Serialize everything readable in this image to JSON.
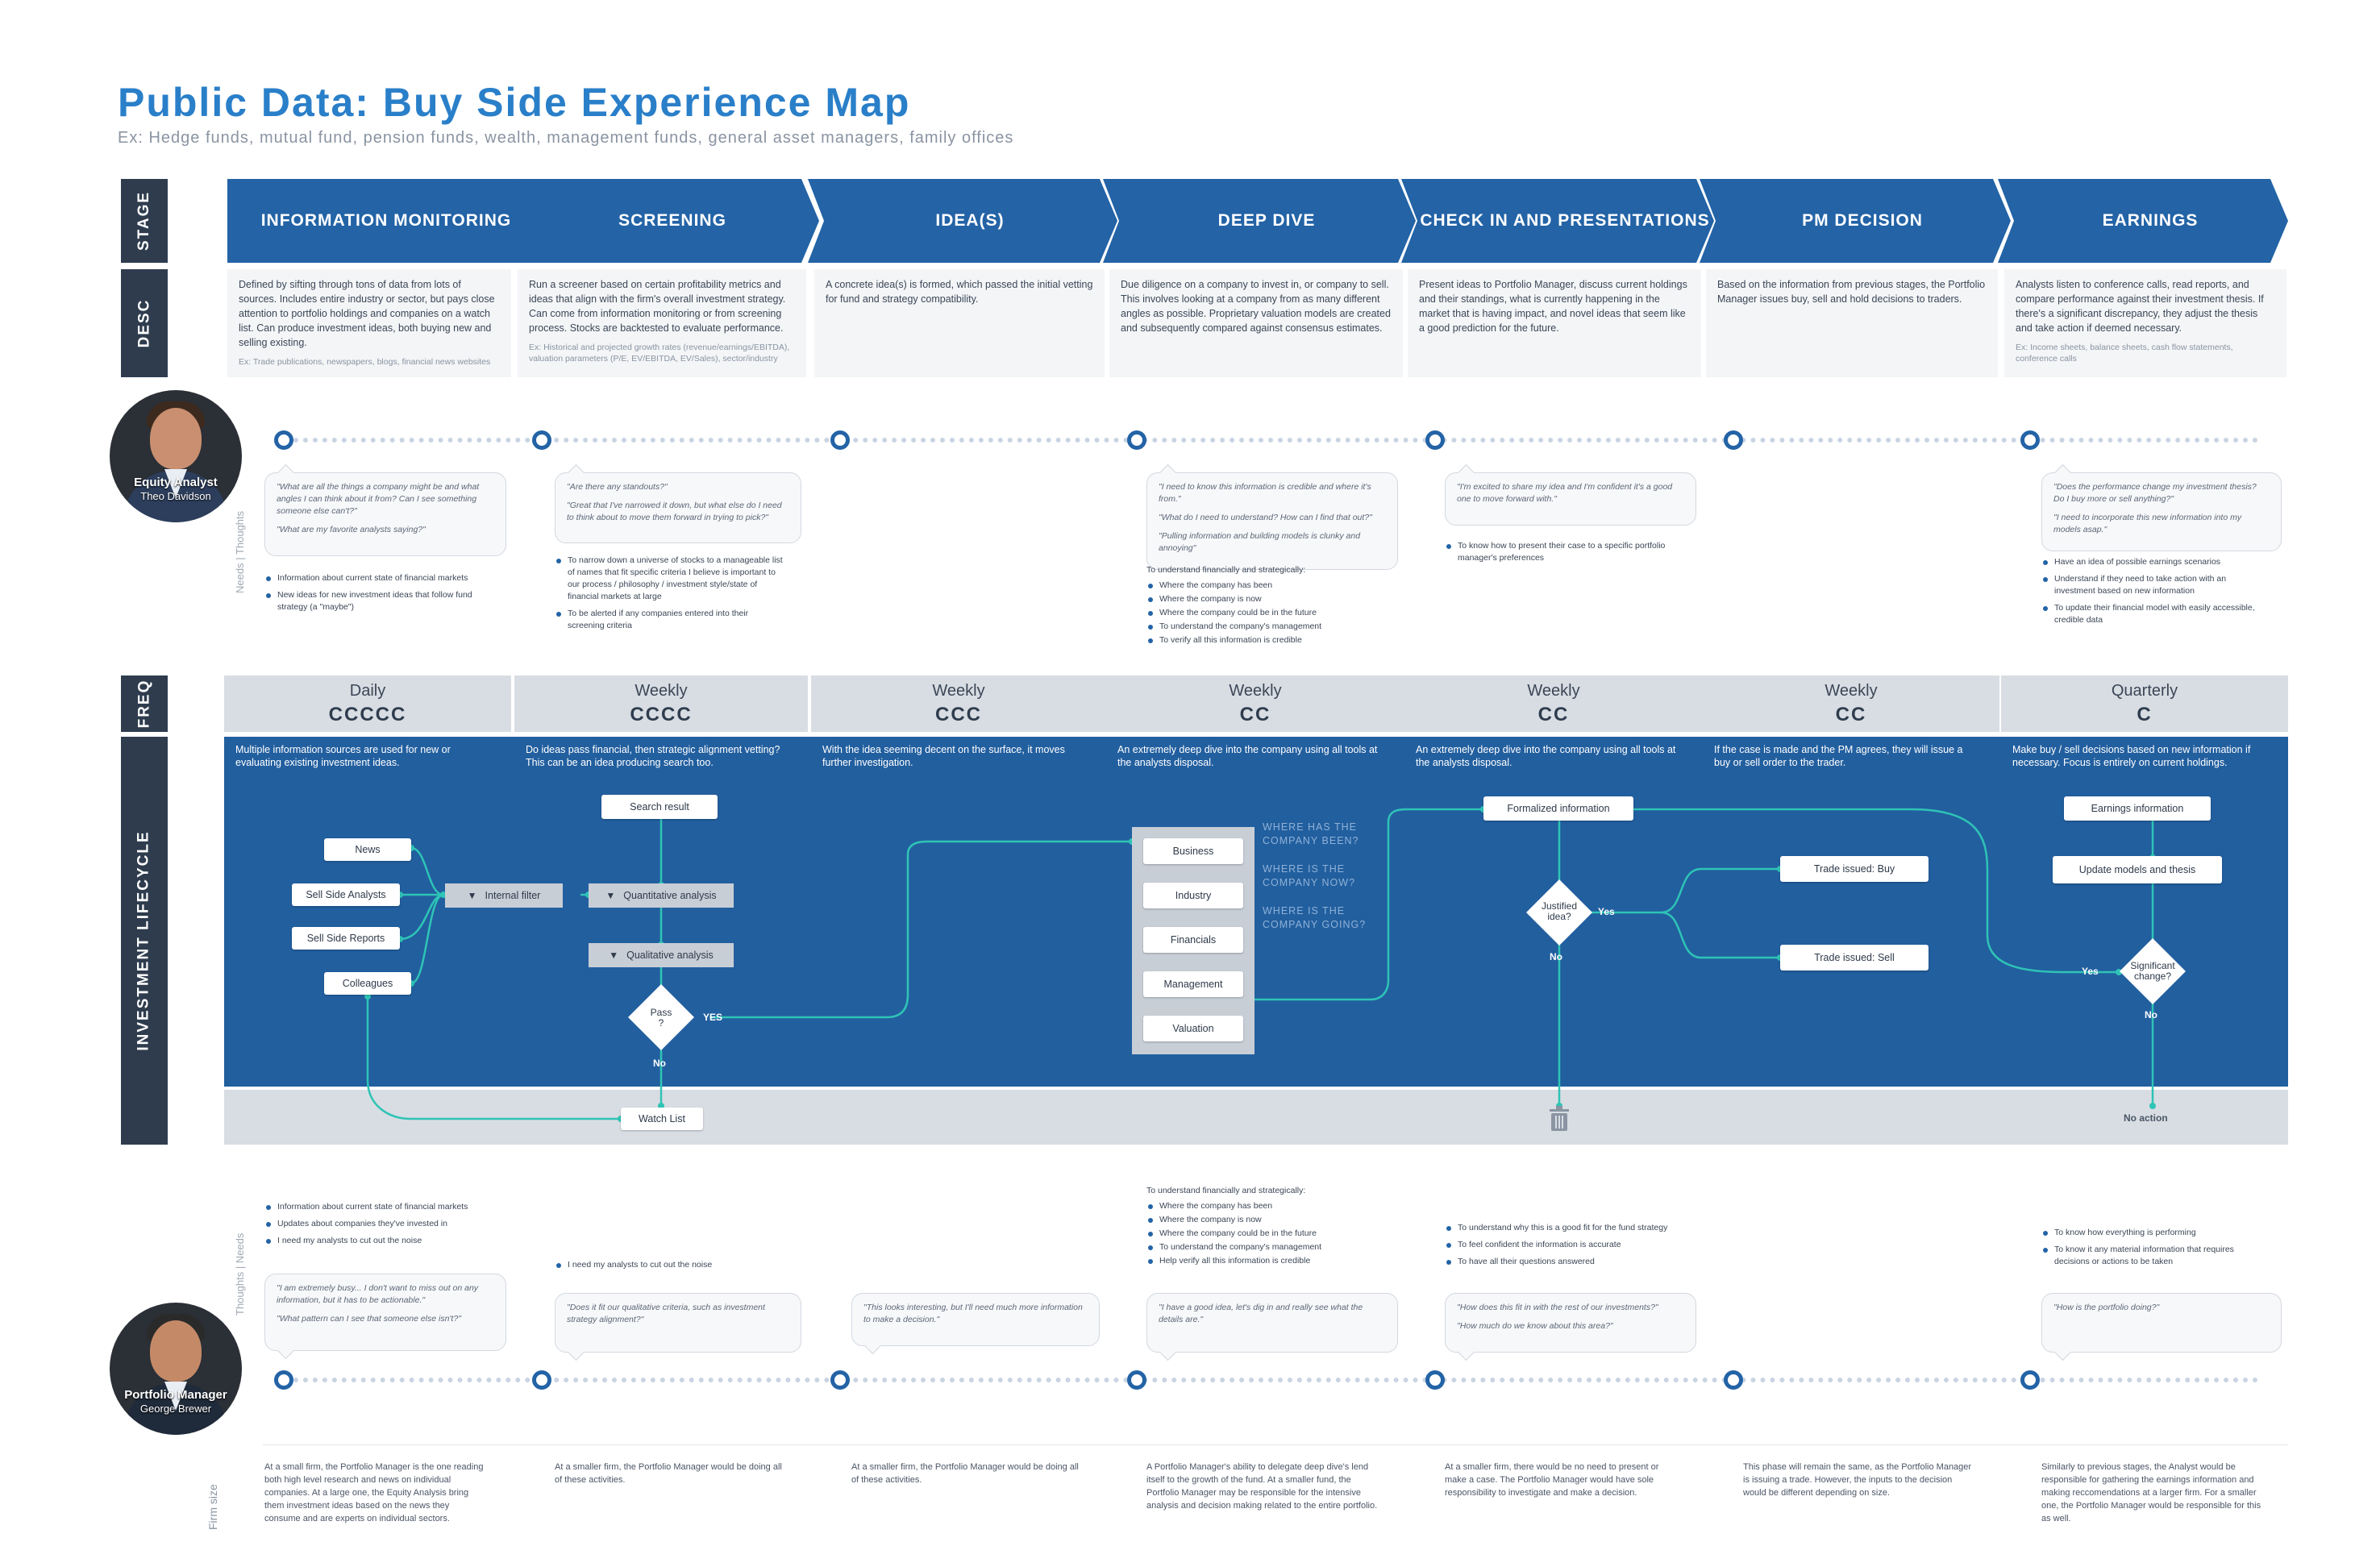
{
  "title": "Public Data: Buy Side Experience Map",
  "subtitle": "Ex: Hedge funds, mutual fund, pension funds, wealth, management funds, general asset managers, family offices",
  "row_labels": {
    "stage": "STAGE",
    "desc": "DESC",
    "freq": "FREQ",
    "lifecycle": "INVESTMENT LIFECYCLE"
  },
  "stages": [
    "INFORMATION MONITORING",
    "SCREENING",
    "IDEA(S)",
    "DEEP DIVE",
    "CHECK IN AND PRESENTATIONS",
    "PM DECISION",
    "EARNINGS"
  ],
  "descs": [
    {
      "text": "Defined by sifting through tons of data from lots of sources. Includes entire industry or sector, but pays close attention to portfolio holdings and companies on a watch list. Can produce investment ideas, both buying new and selling existing.",
      "ex": "Ex: Trade publications, newspapers, blogs, financial news websites"
    },
    {
      "text": "Run a screener based on certain profitability metrics and ideas that align with the firm's overall investment strategy. Can come from information monitoring or from screening process. Stocks are backtested to evaluate performance.",
      "ex": "Ex: Historical and projected growth rates (revenue/earnings/EBITDA), valuation parameters (P/E, EV/EBITDA, EV/Sales), sector/industry"
    },
    {
      "text": "A concrete idea(s) is formed, which passed the initial vetting for fund and strategy compatibility.",
      "ex": ""
    },
    {
      "text": "Due diligence on a company to invest in, or company to sell. This involves looking at a company from as many different angles as possible. Proprietary valuation models are created and subsequently compared against consensus estimates.",
      "ex": ""
    },
    {
      "text": "Present ideas to Portfolio Manager, discuss current holdings and their standings, what is currently happening in the market that is having impact, and novel ideas that seem like a good prediction for the future.",
      "ex": ""
    },
    {
      "text": "Based on the information from previous stages, the Portfolio Manager issues buy, sell and hold decisions to traders.",
      "ex": ""
    },
    {
      "text": "Analysts listen to conference calls, read reports, and compare performance against their investment thesis. If there's a significant discrepancy, they adjust the thesis and take action if deemed necessary.",
      "ex": "Ex: Income sheets, balance sheets, cash flow statements, conference calls"
    }
  ],
  "analyst": {
    "role": "Equity Analyst",
    "name": "Theo Davidson",
    "side_label": "Needs | Thoughts",
    "thoughts": [
      [
        "\"What are all the things a company might be and what angles I can think about it from? Can I see something someone else can't?\"",
        "\"What are my favorite analysts saying?\""
      ],
      [
        "\"Are there any standouts?\"",
        "\"Great that I've narrowed it down, but what else do I need to think about to move them forward in trying to pick?\""
      ],
      [],
      [
        "\"I need to know this information is credible and where it's from.\"",
        "\"What do I need to understand? How can I find that out?\"",
        "\"Pulling information and building models is clunky and annoying\""
      ],
      [
        "\"I'm excited to share my idea and I'm confident it's a good one to move forward with.\""
      ],
      [],
      [
        "\"Does the performance change my investment thesis? Do I buy more or sell anything?\"",
        "\"I need to incorporate this new information into my models asap.\""
      ]
    ],
    "needs": [
      {
        "head": "",
        "items": [
          "Information about current state of financial markets",
          "New ideas for new investment ideas that follow fund strategy (a \"maybe\")"
        ]
      },
      {
        "head": "",
        "items": [
          "To narrow down a universe of stocks to a manageable list of names that fit specific criteria I believe is important to our process / philosophy / investment style/state of financial markets at large",
          "To be alerted if any companies entered into their screening criteria"
        ]
      },
      {
        "head": "",
        "items": []
      },
      {
        "head": "To understand financially and strategically:",
        "items": [
          "Where the company has been",
          "Where the company is now",
          "Where the company could be in the future",
          "To understand the company's management",
          "To verify all this information is credible"
        ]
      },
      {
        "head": "",
        "items": [
          "To know how to present their case to a specific portfolio manager's preferences"
        ]
      },
      {
        "head": "",
        "items": []
      },
      {
        "head": "",
        "items": [
          "Have an idea of possible earnings scenarios",
          "Understand if they need to take action with an investment based on new information",
          "To update their financial model with easily accessible, credible data"
        ]
      }
    ]
  },
  "freq": [
    {
      "label": "Daily",
      "icons": "CCCCC"
    },
    {
      "label": "Weekly",
      "icons": "CCCC"
    },
    {
      "label": "Weekly",
      "icons": "CCC"
    },
    {
      "label": "Weekly",
      "icons": "CC"
    },
    {
      "label": "Weekly",
      "icons": "CC"
    },
    {
      "label": "Weekly",
      "icons": "CC"
    },
    {
      "label": "Quarterly",
      "icons": "C"
    }
  ],
  "lifecycle": {
    "notes": [
      "Multiple information sources are used for new or evaluating existing investment ideas.",
      "Do ideas pass financial, then strategic alignment vetting? This can be an idea producing search too.",
      "With the idea seeming decent on the surface, it moves further investigation.",
      "An extremely deep dive into the company using all tools at the analysts disposal.",
      "An extremely deep dive into the company using all tools at the analysts disposal.",
      "If the case is made and the PM agrees, they will issue a buy or sell order to the trader.",
      "Make buy / sell decisions based on new information if necessary. Focus is entirely on current holdings."
    ],
    "sources": [
      "News",
      "Sell Side Analysts",
      "Sell Side Reports",
      "Colleagues"
    ],
    "internal_filter": "Internal filter",
    "search_result": "Search result",
    "quant": "Quantitative analysis",
    "qual": "Qualitative analysis",
    "pass": "Pass ?",
    "yes": "YES",
    "no": "No",
    "watch_list": "Watch List",
    "deep_dive_items": [
      "Business",
      "Industry",
      "Financials",
      "Management",
      "Valuation"
    ],
    "questions": [
      "WHERE HAS THE COMPANY BEEN?",
      "WHERE IS THE COMPANY NOW?",
      "WHERE IS THE COMPANY GOING?"
    ],
    "formalized": "Formalized information",
    "justified": "Justified idea?",
    "yes2": "Yes",
    "no2": "No",
    "trade_buy": "Trade issued: Buy",
    "trade_sell": "Trade issued: Sell",
    "earnings_info": "Earnings information",
    "update_models": "Update models and thesis",
    "significant": "Significant change?",
    "yes3": "Yes",
    "no3": "No",
    "no_action": "No action"
  },
  "pm": {
    "role": "Portfolio Manager",
    "name": "George Brewer",
    "side_label": "Thoughts | Needs",
    "needs": [
      {
        "head": "",
        "items": [
          "Information about current state of financial markets",
          "Updates about companies they've invested in",
          "I need my analysts to cut out the noise"
        ]
      },
      {
        "head": "",
        "items": [
          "I need my analysts to cut out the noise"
        ]
      },
      {
        "head": "",
        "items": []
      },
      {
        "head": "To understand financially and strategically:",
        "items": [
          "Where the company has been",
          "Where the company is now",
          "Where the company could be in the future",
          "To understand the company's management",
          "Help verify all this information is credible"
        ]
      },
      {
        "head": "",
        "items": [
          "To understand why this is a good fit for the fund strategy",
          "To feel confident the information is accurate",
          "To have all their questions answered"
        ]
      },
      {
        "head": "",
        "items": []
      },
      {
        "head": "",
        "items": [
          "To know how everything is performing",
          "To know it any material information that requires decisions or actions to be taken"
        ]
      }
    ],
    "thoughts": [
      [
        "\"I am extremely busy... I don't want to miss out on any information, but it has to be actionable.\"",
        "\"What pattern can I see that someone else isn't?\""
      ],
      [
        "\"Does it fit our qualitative criteria, such as investment strategy alignment?\""
      ],
      [
        "\"This looks interesting, but I'll need much more information to make a decision.\""
      ],
      [
        "\"I have a good idea, let's dig in and really see what the details are.\""
      ],
      [
        "\"How does this fit in with the rest of our investments?\"",
        "\"How much do we know about this area?\""
      ],
      [],
      [
        "\"How is the portfolio doing?\""
      ]
    ]
  },
  "firm_size": {
    "label": "Firm size",
    "items": [
      "At a small firm, the Portfolio Manager is the one reading both high level research and news on individual companies. At a large one, the Equity Analysis bring them investment ideas based on the news they consume and are experts on individual sectors.",
      "At a smaller firm, the Portfolio Manager would be doing all of these activities.",
      "At a smaller firm, the Portfolio Manager would be doing all of these activities.",
      "A Portfolio Manager's ability to delegate deep dive's lend itself to the growth of the fund. At a smaller fund, the Portfolio Manager may be responsible for the intensive analysis and decision making related to the entire portfolio.",
      "At a smaller firm, there would be no need to present or make a case. The Portfolio Manager would have sole responsibility to investigate and make a decision.",
      "This phase will remain the same, as the Portfolio Manager is issuing a trade. However, the inputs to the decision would be different depending on size.",
      "Similarly to previous stages, the Analyst would be responsible for gathering the earnings information and making reccomendations at a larger firm. For a smaller one, the Portfolio Manager would be responsible for this as well."
    ]
  },
  "colors": {
    "accent": "#2a7fc9",
    "stage": "#2363a6",
    "lifecycle": "#225f9f",
    "label": "#2e3c4e",
    "flow": "#2ec4b6"
  }
}
